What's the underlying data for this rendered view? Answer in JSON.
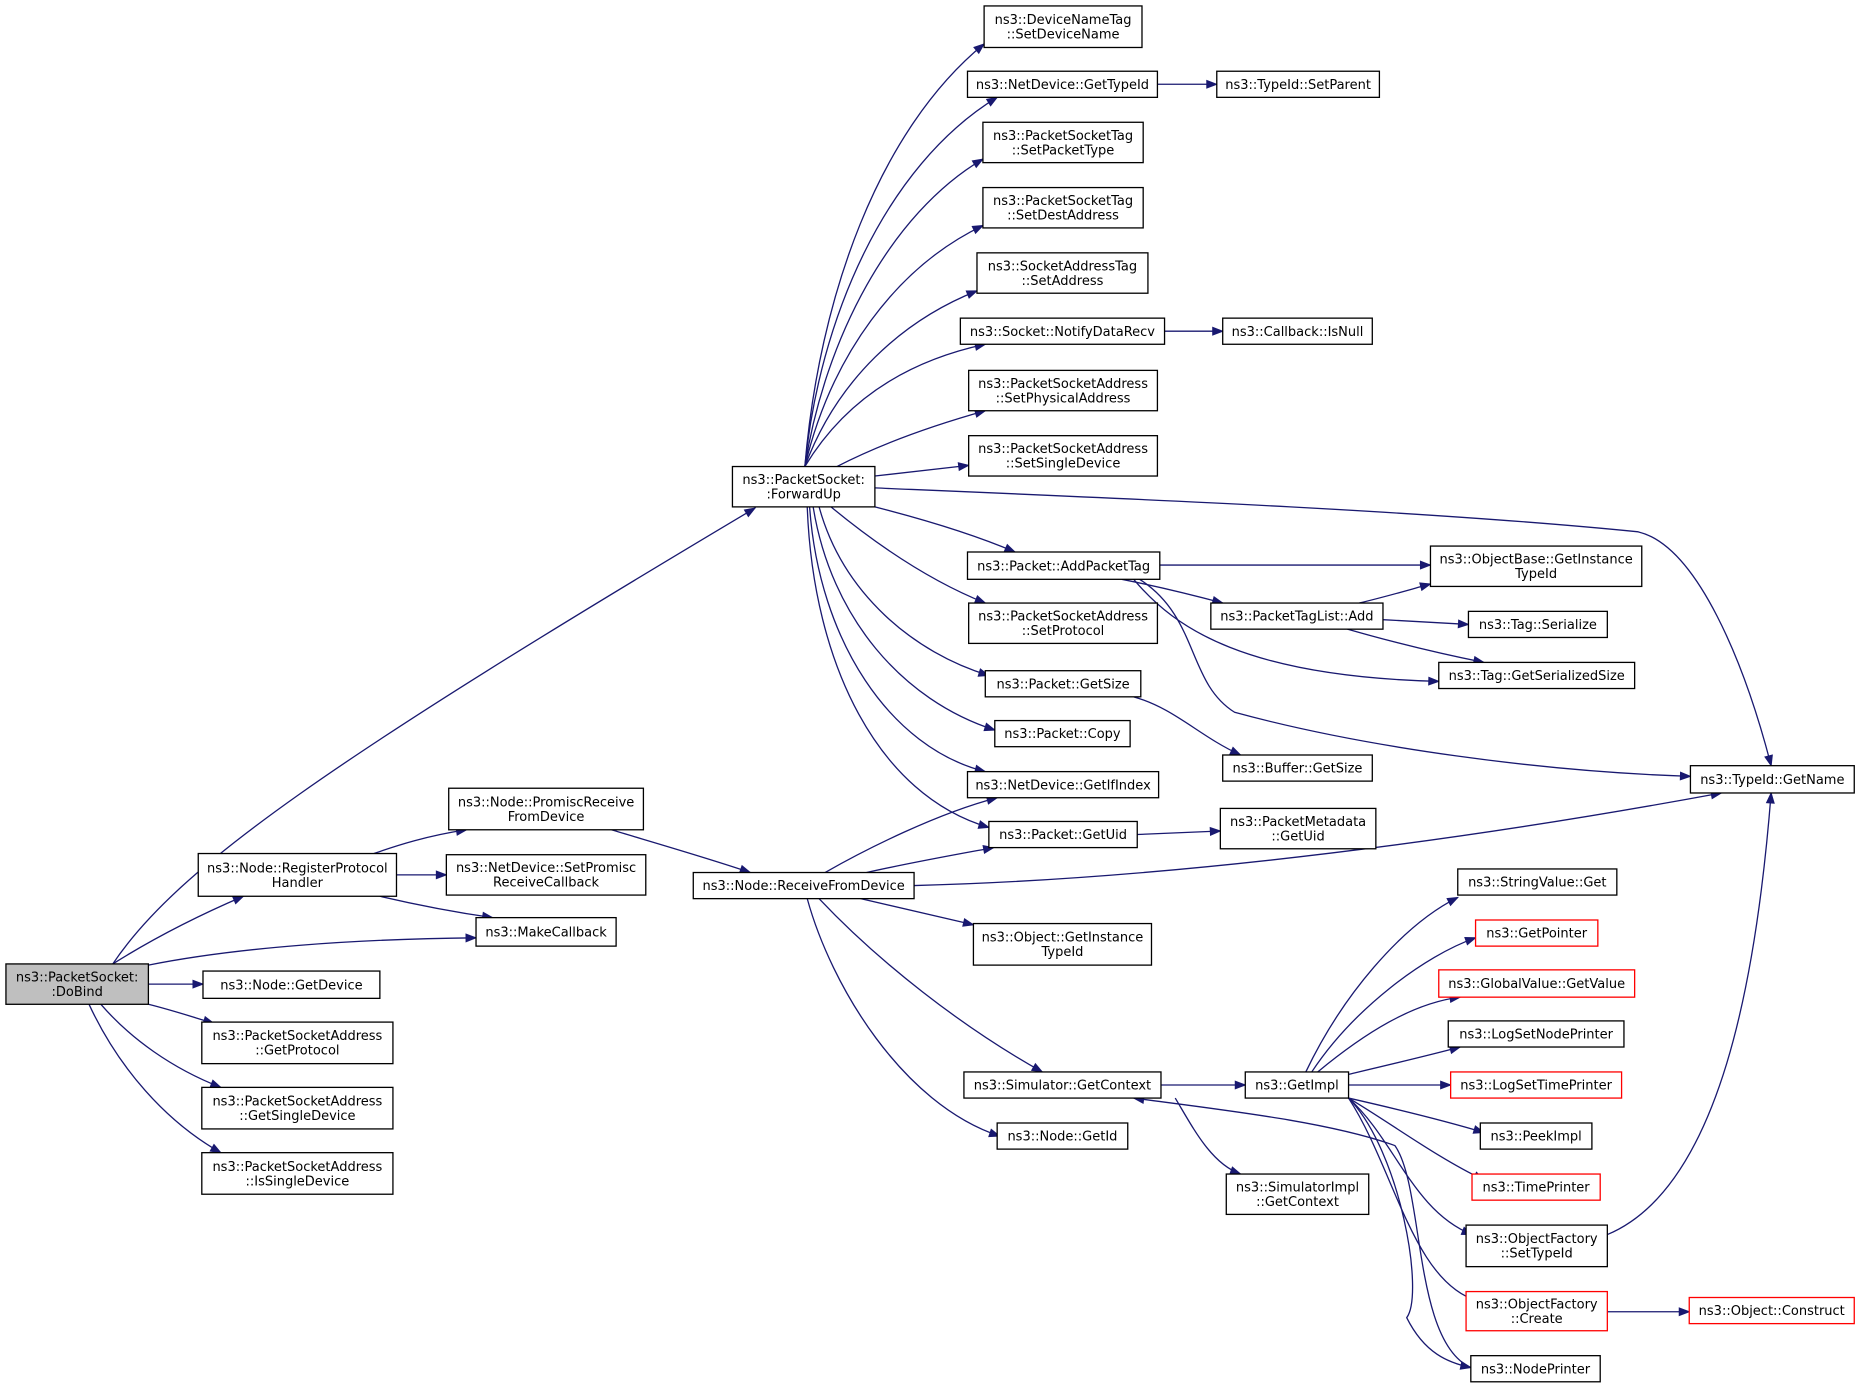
{
  "diagram": {
    "edge_color": "#191970",
    "node_border": "#000000",
    "root_fill": "#bfbfbf",
    "truncated_border": "#ff0000",
    "nodes": [
      {
        "id": "dobind",
        "lines": [
          "ns3::PacketSocket:",
          ":DoBind"
        ],
        "root": true
      },
      {
        "id": "forwardup",
        "lines": [
          "ns3::PacketSocket:",
          ":ForwardUp"
        ]
      },
      {
        "id": "registerprotocol",
        "lines": [
          "ns3::Node::RegisterProtocol",
          "Handler"
        ]
      },
      {
        "id": "promiscreceive",
        "lines": [
          "ns3::Node::PromiscReceive",
          "FromDevice"
        ]
      },
      {
        "id": "setpromisc",
        "lines": [
          "ns3::NetDevice::SetPromisc",
          "ReceiveCallback"
        ]
      },
      {
        "id": "makecallback",
        "lines": [
          "ns3::MakeCallback"
        ]
      },
      {
        "id": "getdevice",
        "lines": [
          "ns3::Node::GetDevice"
        ]
      },
      {
        "id": "getprotocol",
        "lines": [
          "ns3::PacketSocketAddress",
          "::GetProtocol"
        ]
      },
      {
        "id": "getsingledevice",
        "lines": [
          "ns3::PacketSocketAddress",
          "::GetSingleDevice"
        ]
      },
      {
        "id": "issingledevice",
        "lines": [
          "ns3::PacketSocketAddress",
          "::IsSingleDevice"
        ]
      },
      {
        "id": "receivefromdevice",
        "lines": [
          "ns3::Node::ReceiveFromDevice"
        ]
      },
      {
        "id": "setdevicename",
        "lines": [
          "ns3::DeviceNameTag",
          "::SetDeviceName"
        ]
      },
      {
        "id": "netdevgettypeid",
        "lines": [
          "ns3::NetDevice::GetTypeId"
        ]
      },
      {
        "id": "setparent",
        "lines": [
          "ns3::TypeId::SetParent"
        ]
      },
      {
        "id": "setpackettype",
        "lines": [
          "ns3::PacketSocketTag",
          "::SetPacketType"
        ]
      },
      {
        "id": "setdestaddress",
        "lines": [
          "ns3::PacketSocketTag",
          "::SetDestAddress"
        ]
      },
      {
        "id": "setaddress",
        "lines": [
          "ns3::SocketAddressTag",
          "::SetAddress"
        ]
      },
      {
        "id": "notifydatarecv",
        "lines": [
          "ns3::Socket::NotifyDataRecv"
        ]
      },
      {
        "id": "isnull",
        "lines": [
          "ns3::Callback::IsNull"
        ]
      },
      {
        "id": "setphysicaladdress",
        "lines": [
          "ns3::PacketSocketAddress",
          "::SetPhysicalAddress"
        ]
      },
      {
        "id": "setsingledevice",
        "lines": [
          "ns3::PacketSocketAddress",
          "::SetSingleDevice"
        ]
      },
      {
        "id": "addpackettag",
        "lines": [
          "ns3::Packet::AddPacketTag"
        ]
      },
      {
        "id": "objbasegetinstance",
        "lines": [
          "ns3::ObjectBase::GetInstance",
          "TypeId"
        ]
      },
      {
        "id": "packettaglistadd",
        "lines": [
          "ns3::PacketTagList::Add"
        ]
      },
      {
        "id": "tagserialize",
        "lines": [
          "ns3::Tag::Serialize"
        ]
      },
      {
        "id": "taggetserializedsize",
        "lines": [
          "ns3::Tag::GetSerializedSize"
        ]
      },
      {
        "id": "setprotocol",
        "lines": [
          "ns3::PacketSocketAddress",
          "::SetProtocol"
        ]
      },
      {
        "id": "packetgetsize",
        "lines": [
          "ns3::Packet::GetSize"
        ]
      },
      {
        "id": "buffergetsize",
        "lines": [
          "ns3::Buffer::GetSize"
        ]
      },
      {
        "id": "packetcopy",
        "lines": [
          "ns3::Packet::Copy"
        ]
      },
      {
        "id": "getifindex",
        "lines": [
          "ns3::NetDevice::GetIfIndex"
        ]
      },
      {
        "id": "packetgetuid",
        "lines": [
          "ns3::Packet::GetUid"
        ]
      },
      {
        "id": "metadatagetuid",
        "lines": [
          "ns3::PacketMetadata",
          "::GetUid"
        ]
      },
      {
        "id": "typeidgetname",
        "lines": [
          "ns3::TypeId::GetName"
        ]
      },
      {
        "id": "objgetinstance",
        "lines": [
          "ns3::Object::GetInstance",
          "TypeId"
        ]
      },
      {
        "id": "simgetcontext",
        "lines": [
          "ns3::Simulator::GetContext"
        ]
      },
      {
        "id": "nodegetid",
        "lines": [
          "ns3::Node::GetId"
        ]
      },
      {
        "id": "getimpl",
        "lines": [
          "ns3::GetImpl"
        ]
      },
      {
        "id": "simimplgetcontext",
        "lines": [
          "ns3::SimulatorImpl",
          "::GetContext"
        ]
      },
      {
        "id": "stringvalueget",
        "lines": [
          "ns3::StringValue::Get"
        ]
      },
      {
        "id": "getpointer",
        "lines": [
          "ns3::GetPointer"
        ],
        "truncated": true
      },
      {
        "id": "globalvaluegetvalue",
        "lines": [
          "ns3::GlobalValue::GetValue"
        ],
        "truncated": true
      },
      {
        "id": "logsetnodeprinter",
        "lines": [
          "ns3::LogSetNodePrinter"
        ]
      },
      {
        "id": "logsettimeprinter",
        "lines": [
          "ns3::LogSetTimePrinter"
        ],
        "truncated": true
      },
      {
        "id": "peekimpl",
        "lines": [
          "ns3::PeekImpl"
        ]
      },
      {
        "id": "timeprinter",
        "lines": [
          "ns3::TimePrinter"
        ],
        "truncated": true
      },
      {
        "id": "objfactorysettypeid",
        "lines": [
          "ns3::ObjectFactory",
          "::SetTypeId"
        ]
      },
      {
        "id": "objfactorycreate",
        "lines": [
          "ns3::ObjectFactory",
          "::Create"
        ],
        "truncated": true
      },
      {
        "id": "objectconstruct",
        "lines": [
          "ns3::Object::Construct"
        ],
        "truncated": true
      },
      {
        "id": "nodeprinter",
        "lines": [
          "ns3::NodePrinter"
        ]
      }
    ]
  }
}
